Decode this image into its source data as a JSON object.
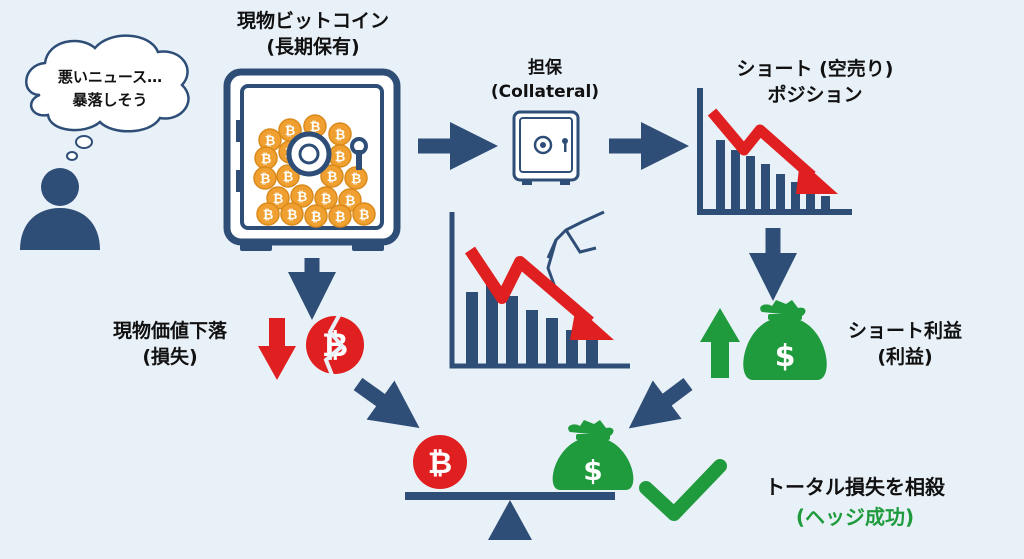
{
  "thought": {
    "line1": "悪いニュース…",
    "line2": "暴落しそう"
  },
  "spot": {
    "line1": "現物ビットコイン",
    "line2": "(長期保有)"
  },
  "collateral": {
    "line1": "担保",
    "line2": "(Collateral)"
  },
  "short": {
    "line1": "ショート (空売り)",
    "line2": "ポジション"
  },
  "loss": {
    "line1": "現物価値下落",
    "line2": "(損失)"
  },
  "profit": {
    "line1": "ショート利益",
    "line2": "(利益)"
  },
  "result": {
    "line1": "トータル損失を相殺",
    "line2": "(ヘッジ成功)"
  },
  "icons": {
    "bitcoin_glyph": "₿",
    "dollar_glyph": "$"
  },
  "colors": {
    "navy": "#2e4e78",
    "red": "#e02020",
    "green": "#1f9b3e",
    "orange": "#f0a030",
    "background": "#e9f1f8"
  }
}
